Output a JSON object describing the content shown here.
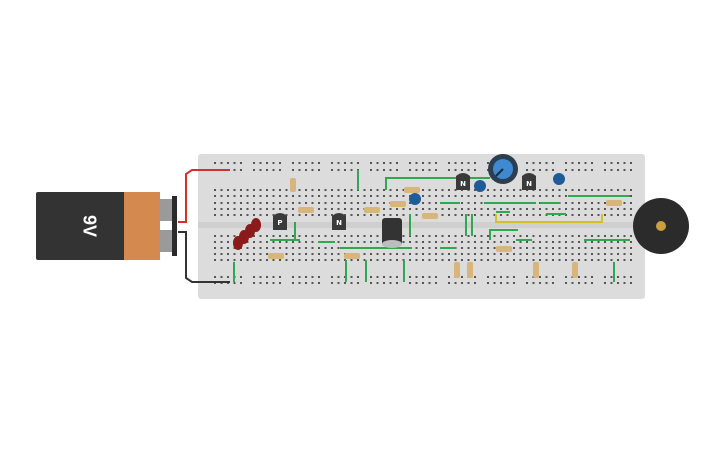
{
  "battery": {
    "label": "9V",
    "body_color": "#333333",
    "terminal_color": "#d4894f"
  },
  "breadboard": {
    "color": "#dcdcdc",
    "hole_color": "#555555",
    "rail_red": "#d23a3a",
    "rail_blue": "#3a62c8"
  },
  "transistors": [
    {
      "label": "P"
    },
    {
      "label": "N"
    },
    {
      "label": "N"
    },
    {
      "label": "N"
    }
  ],
  "buzzer": {
    "color": "#2b2b2b",
    "center_color": "#c8a040"
  },
  "wire_colors": {
    "power_red": "#d23030",
    "ground_black": "#333333",
    "green": "#2fa84f",
    "yellow": "#d6c02a"
  }
}
